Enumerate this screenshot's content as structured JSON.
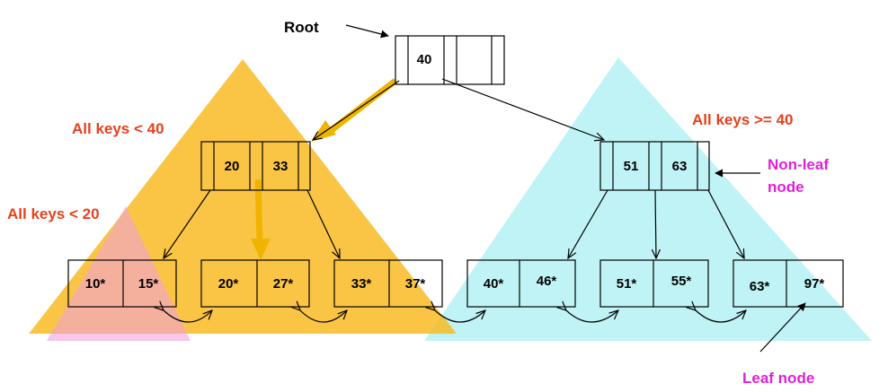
{
  "labels": {
    "root": "Root",
    "left_range": "All keys < 40",
    "right_range": "All keys >= 40",
    "leftmost_range": "All keys < 20",
    "non_leaf_line1": "Non-leaf",
    "non_leaf_line2": "node",
    "leaf_node": "Leaf node"
  },
  "nodes": {
    "root": {
      "keys": [
        "40"
      ]
    },
    "inner_left": {
      "keys": [
        "20",
        "33"
      ]
    },
    "inner_right": {
      "keys": [
        "51",
        "63"
      ]
    },
    "leaves": [
      {
        "keys": [
          "10*",
          "15*"
        ]
      },
      {
        "keys": [
          "20*",
          "27*"
        ]
      },
      {
        "keys": [
          "33*",
          "37*"
        ]
      },
      {
        "keys": [
          "40*",
          "46*"
        ]
      },
      {
        "keys": [
          "51*",
          "55*"
        ]
      },
      {
        "keys": [
          "63*",
          "97*"
        ]
      }
    ]
  },
  "colors": {
    "left_region": "#f9b81c",
    "right_region": "#b8f2f4",
    "leftmost_region": "#f2a0d8",
    "range_label": "#e8401c",
    "annotation_label": "#e020d8",
    "search_path": "#f0b400"
  }
}
